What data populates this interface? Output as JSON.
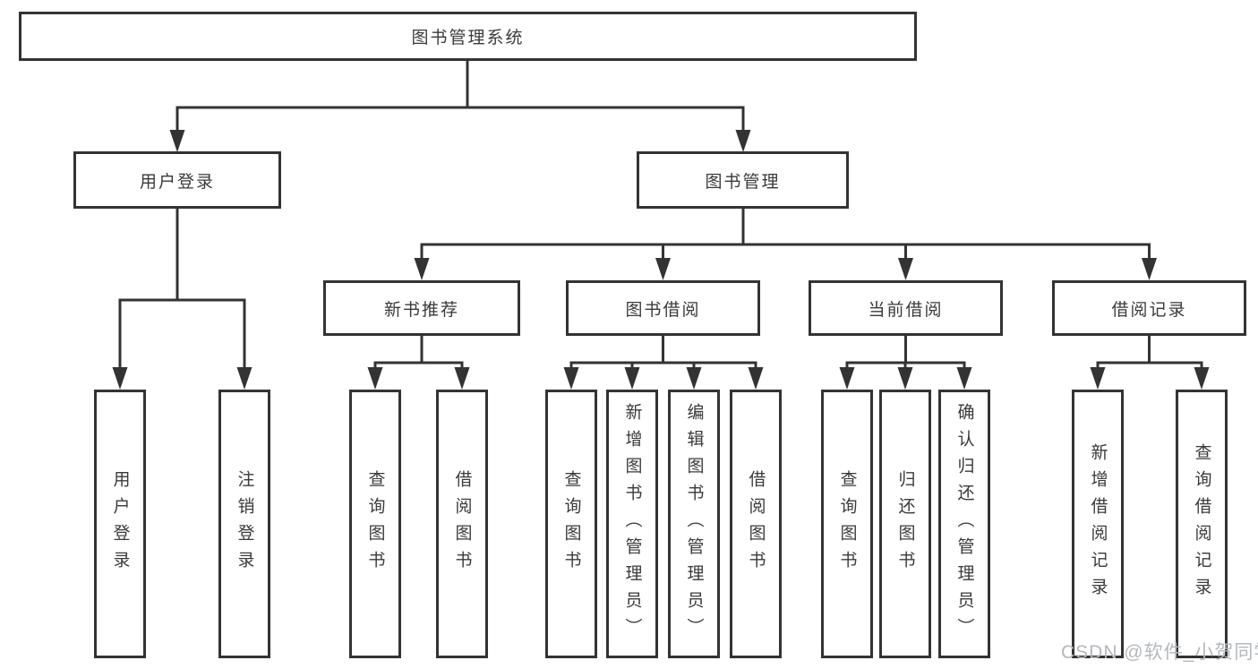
{
  "tree": {
    "root": {
      "label": "图书管理系统"
    },
    "branches": [
      {
        "label": "用户登录",
        "children": [
          {
            "label": "用户登录"
          },
          {
            "label": "注销登录"
          }
        ]
      },
      {
        "label": "图书管理",
        "children": [
          {
            "label": "新书推荐",
            "children": [
              {
                "label": "查询图书"
              },
              {
                "label": "借阅图书"
              }
            ]
          },
          {
            "label": "图书借阅",
            "children": [
              {
                "label": "查询图书"
              },
              {
                "label": "新增图书（管理员）"
              },
              {
                "label": "编辑图书（管理员）"
              },
              {
                "label": "借阅图书"
              }
            ]
          },
          {
            "label": "当前借阅",
            "children": [
              {
                "label": "查询图书"
              },
              {
                "label": "归还图书"
              },
              {
                "label": "确认归还（管理员）"
              }
            ]
          },
          {
            "label": "借阅记录",
            "children": [
              {
                "label": "新增借阅记录"
              },
              {
                "label": "查询借阅记录"
              }
            ]
          }
        ]
      }
    ]
  },
  "watermark": {
    "text": "CSDN @软件_小贺同学"
  },
  "colors": {
    "line": "#333333",
    "text": "#3a3a3a",
    "background": "#ffffff",
    "box_bg": "#ffffff",
    "watermark": "#b4b8bd"
  }
}
